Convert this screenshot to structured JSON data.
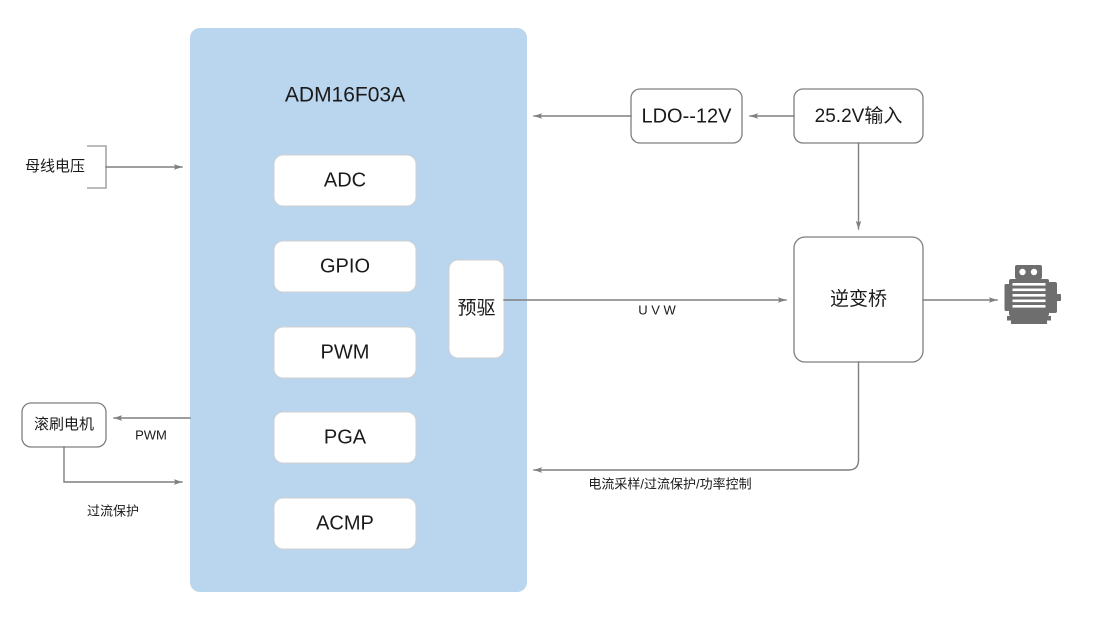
{
  "diagram": {
    "title": "ADM16F03A motor control block diagram",
    "colors": {
      "mcu_fill": "#bad5ee",
      "wire": "#7f7f7f",
      "box_stroke": "#7f7f7f",
      "inner_box_fill": "#ffffff",
      "motor_icon": "#6e6e6e",
      "text": "#1a1a1a",
      "background": "#ffffff"
    },
    "mcu": {
      "name": "ADM16F03A",
      "peripherals": [
        {
          "label": "ADC"
        },
        {
          "label": "GPIO"
        },
        {
          "label": "PWM"
        },
        {
          "label": "PGA"
        },
        {
          "label": "ACMP"
        }
      ],
      "predriver": {
        "label": "预驱"
      }
    },
    "external_blocks": [
      {
        "id": "ldo",
        "label": "LDO--12V"
      },
      {
        "id": "supply",
        "label": "25.2V输入"
      },
      {
        "id": "inverter",
        "label": "逆变桥"
      },
      {
        "id": "brush_motor",
        "label": "滚刷电机"
      }
    ],
    "signal_labels": {
      "bus_voltage": "母线电压",
      "uvw": "U V W",
      "pwm": "PWM",
      "overcurrent": "过流保护",
      "feedback": "电流采样/过流保护/功率控制"
    },
    "icons": {
      "motor": "motor-icon"
    }
  }
}
